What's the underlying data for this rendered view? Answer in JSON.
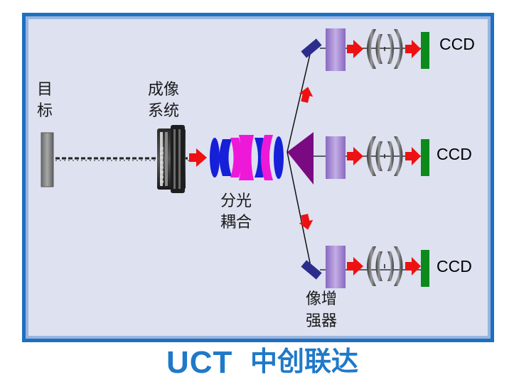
{
  "labels": {
    "target_line1": "目",
    "target_line2": "标",
    "imaging_line1": "成像",
    "imaging_line2": "系统",
    "split_line1": "分光",
    "split_line2": "耦合",
    "intensifier_line1": "像增",
    "intensifier_line2": "强器",
    "ccd_top": "CCD",
    "ccd_middle": "CCD",
    "ccd_bottom": "CCD",
    "lens_markings": "2 2.8 3.6 4 5.6"
  },
  "brand": {
    "latin": "UCT",
    "chinese": "中创联达"
  },
  "colors": {
    "background": "#dde1f0",
    "frame_outer": "#1d6fc0",
    "frame_inner": "#9ab4de",
    "arrow": "#ee1111",
    "prism": "#7a0a82",
    "mirror": "#2c2c8c",
    "intensifier": "#a488d0",
    "ccd": "#0c8a1c",
    "lens_blue": "#1520d8",
    "lens_magenta": "#ee18d8",
    "brand": "#1f79c8"
  }
}
